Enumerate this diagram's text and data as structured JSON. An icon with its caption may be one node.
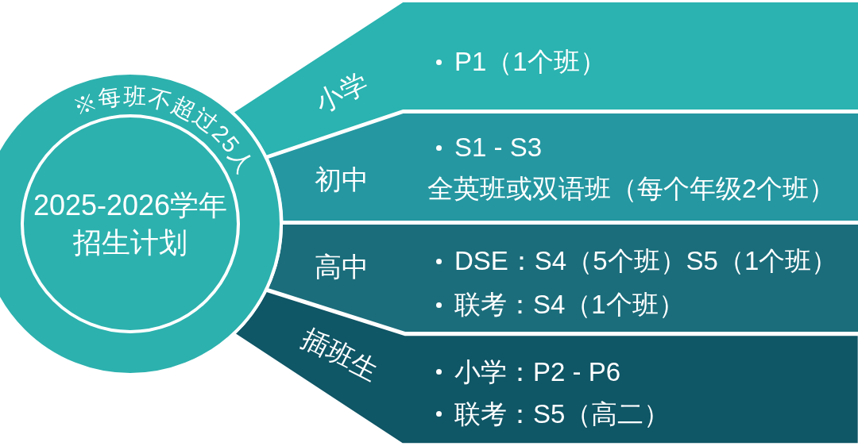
{
  "diagram": {
    "nodes": [
      {
        "text": [
          "※每班不超过25人",
          "2025-2026学年招生计划"
        ]
      },
      {
        "text": [
          "小学",
          "P1（1个班）"
        ]
      },
      {
        "text": [
          "初中",
          "S1 - S3",
          "全英班或双语班（每个年级2个班）"
        ]
      },
      {
        "text": [
          "高中",
          "DSE：S4（5个班）S5（1个班）",
          "联考：S4（1个班）"
        ]
      },
      {
        "text": [
          "插班生",
          "小学：P2 - P6",
          "联考：S5（高二）"
        ]
      }
    ]
  }
}
